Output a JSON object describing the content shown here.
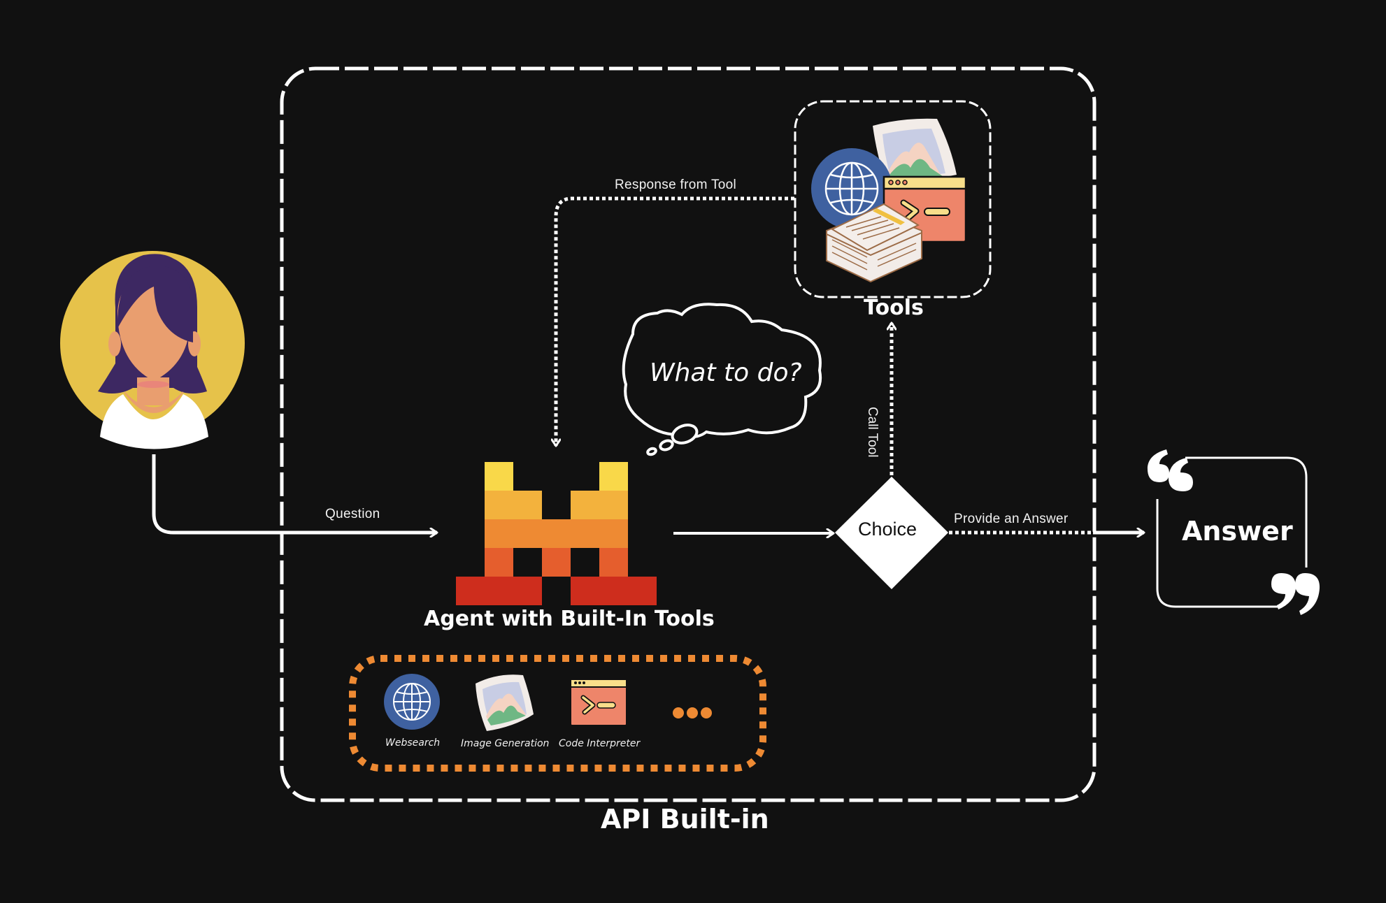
{
  "diagram": {
    "title": "API Built-in",
    "user": {
      "icon": "user-avatar-icon"
    },
    "agent": {
      "label": "Agent with Built-In Tools",
      "logo_colors": [
        "#F9D849",
        "#F3B23D",
        "#EE8A33",
        "#E55E2D",
        "#CE2D1D"
      ]
    },
    "thought": {
      "text": "What to do?"
    },
    "tools": {
      "label": "Tools",
      "icons": [
        "globe-icon",
        "image-icon",
        "terminal-icon",
        "documents-icon"
      ]
    },
    "choice": {
      "label": "Choice"
    },
    "answer": {
      "label": "Answer"
    },
    "edges": {
      "question": "Question",
      "response_from_tool": "Response from Tool",
      "call_tool": "Call Tool",
      "provide_answer": "Provide an Answer"
    },
    "built_in_tools": [
      {
        "label": "Websearch",
        "icon": "globe-icon"
      },
      {
        "label": "Image Generation",
        "icon": "image-icon"
      },
      {
        "label": "Code Interpreter",
        "icon": "terminal-icon"
      },
      {
        "label": "...",
        "icon": "more-icon"
      }
    ],
    "colors": {
      "background": "#111111",
      "line": "#ffffff",
      "accent_orange": "#EE8A33",
      "avatar_bg": "#E6C24A",
      "hair": "#3D2862",
      "skin": "#E99E6F",
      "globe_blue": "#3F61A0",
      "terminal_orange": "#EE856A",
      "terminal_bar": "#F8DE8A"
    }
  }
}
